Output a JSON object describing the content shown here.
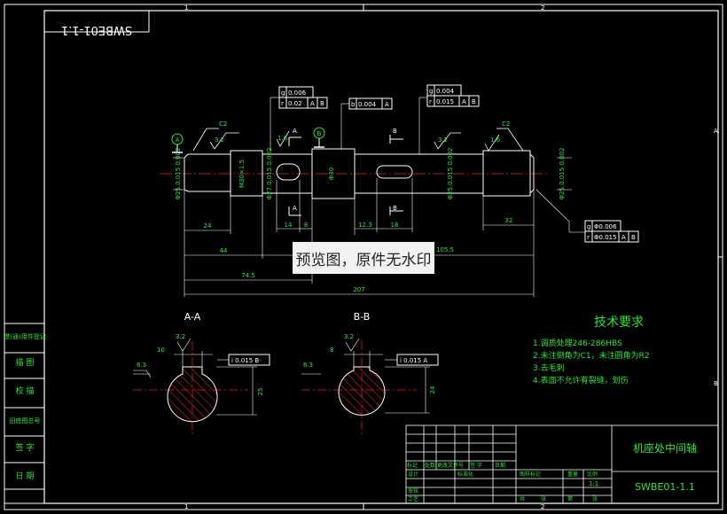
{
  "drawing_no_top": "SWBE01-1.1",
  "zone_top_1": "1",
  "zone_top_2": "2",
  "zone_bot_1": "1",
  "zone_bot_2": "2",
  "zone_right_a": "A",
  "zone_right_b": "B",
  "datum_a": "A",
  "datum_b": "B",
  "chamfer_left": "C2",
  "chamfer_right": "C2",
  "roughness": [
    "3.2",
    "1.6",
    "3.2",
    "1.6"
  ],
  "diameters": [
    "Φ25.0.015 0.002",
    "M30×1.5",
    "Φ27.0.015 0.002",
    "Φ30",
    "Φ25.0.015 0.002",
    "Φ25.0.015 0.002"
  ],
  "fcf1": {
    "r1_sym": "g",
    "r1_val": "0.006",
    "r2_sym": "r",
    "r2_val": "0.02",
    "r2_d1": "A",
    "r2_d2": "B"
  },
  "fcf2": {
    "sym": "b",
    "val": "0.004",
    "d1": "A"
  },
  "fcf3": {
    "r1_sym": "g",
    "r1_val": "0.004",
    "r2_sym": "r",
    "r2_val": "0.015",
    "r2_d1": "A",
    "r2_d2": "B"
  },
  "fcf4": {
    "r1_sym": "g",
    "r1_val": "Φ0.006",
    "r2_sym": "r",
    "r2_val": "Φ0.015",
    "r2_d1": "A",
    "r2_d2": "B"
  },
  "dims": {
    "d24": "24",
    "d44": "44",
    "d745": "74.5",
    "d14": "14",
    "d8": "8",
    "d123": "12.3",
    "d18": "18",
    "d32": "32",
    "d1055": "105.5",
    "d207": "207"
  },
  "section_labels": {
    "a_top": "A",
    "b_top": "B",
    "a_bot": "A",
    "b_bot": "B"
  },
  "view_aa": {
    "title": "A-A",
    "width": "10",
    "depth": "25",
    "tol": "i 0.015 B",
    "rough1": "3.2",
    "rough2": "6.3"
  },
  "view_bb": {
    "title": "B-B",
    "width": "8",
    "depth": "24",
    "tol": "i 0.015 A",
    "rough1": "3.2",
    "rough2": "6.3"
  },
  "tech_req": {
    "title": "技术要求",
    "items": [
      "1.调质处理246-286HBS",
      "2.未注倒角为C1，未注圆角为R2",
      "3.去毛刺",
      "4.表面不允许有裂缝，划伤"
    ]
  },
  "left_strip": [
    "借(通)用件登记",
    "描 图",
    "校 描",
    "旧底图总号",
    "签 字",
    "日 期"
  ],
  "title_block": {
    "name": "机座处中间轴",
    "code": "SWBE01-1.1",
    "scale": "1:1",
    "cells": [
      "标记",
      "处数",
      "更改文件号",
      "签 字",
      "日期",
      "设计",
      "标准化",
      "审核",
      "工艺",
      "图样标记",
      "重量",
      "比例",
      "共",
      "张",
      "第",
      "张"
    ]
  },
  "watermark": "预览图，原件无水印"
}
